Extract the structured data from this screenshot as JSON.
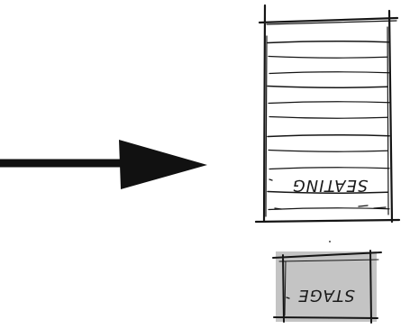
{
  "diagram": {
    "seating_area": {
      "label": "SEATING",
      "label_orientation": "upside-down",
      "row_line_count": 11
    },
    "stage": {
      "label": "STAGE",
      "label_orientation": "upside-down",
      "fill_color": "#c4c4c4"
    },
    "arrow": {
      "direction": "right",
      "color": "#111111"
    },
    "ink_color": "#151515"
  }
}
